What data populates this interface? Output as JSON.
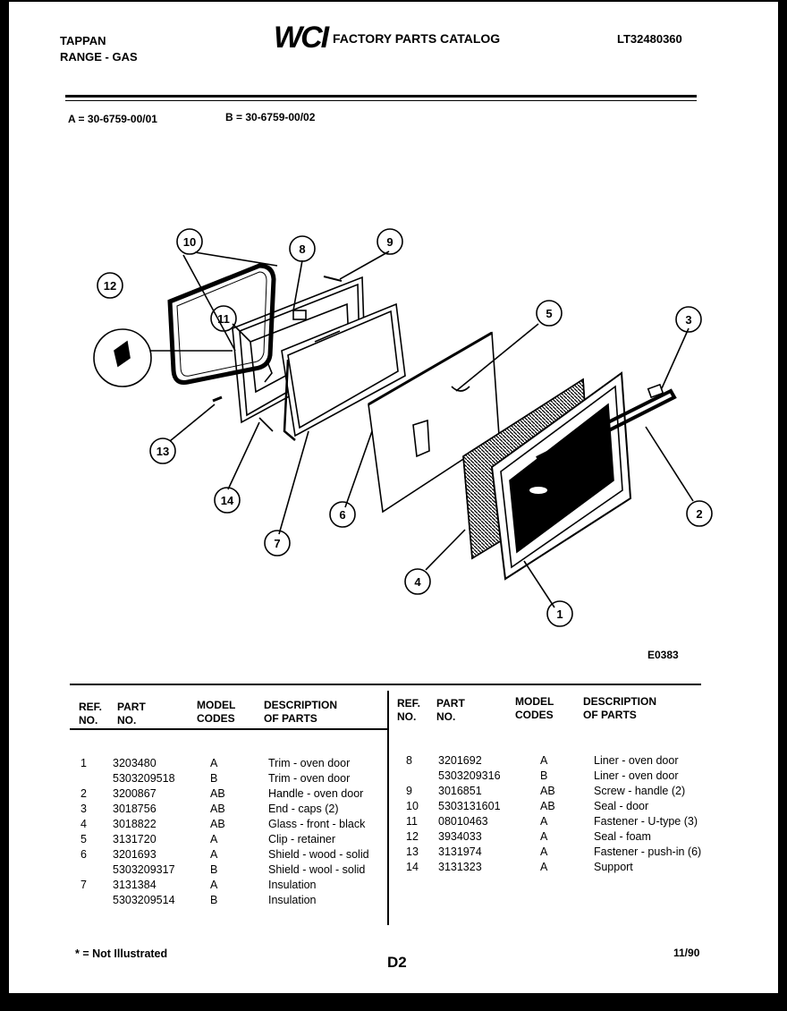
{
  "header": {
    "brand": "TAPPAN",
    "product": "RANGE - GAS",
    "logo_text": "WCI",
    "catalog_title": "FACTORY PARTS CATALOG",
    "model_number": "LT32480360"
  },
  "variants": {
    "a": "A = 30-6759-00/01",
    "b": "B = 30-6759-00/02"
  },
  "diagram": {
    "callouts": [
      "1",
      "2",
      "3",
      "4",
      "5",
      "6",
      "7",
      "8",
      "9",
      "10",
      "11",
      "12",
      "13",
      "14"
    ],
    "code": "E0383"
  },
  "table": {
    "headers": {
      "ref": [
        "REF.",
        "NO."
      ],
      "part": [
        "PART",
        "NO."
      ],
      "model": [
        "MODEL",
        "CODES"
      ],
      "desc": [
        "DESCRIPTION",
        "OF PARTS"
      ]
    },
    "left_rows": [
      {
        "ref": "1",
        "part": "3203480",
        "code": "A",
        "desc": "Trim - oven door"
      },
      {
        "ref": "",
        "part": "5303209518",
        "code": "B",
        "desc": "Trim - oven door"
      },
      {
        "ref": "2",
        "part": "3200867",
        "code": "AB",
        "desc": "Handle - oven door"
      },
      {
        "ref": "3",
        "part": "3018756",
        "code": "AB",
        "desc": "End - caps (2)"
      },
      {
        "ref": "4",
        "part": "3018822",
        "code": "AB",
        "desc": "Glass - front - black"
      },
      {
        "ref": "5",
        "part": "3131720",
        "code": "A",
        "desc": "Clip - retainer"
      },
      {
        "ref": "6",
        "part": "3201693",
        "code": "A",
        "desc": "Shield - wood - solid"
      },
      {
        "ref": "",
        "part": "5303209317",
        "code": "B",
        "desc": "Shield - wool - solid"
      },
      {
        "ref": "7",
        "part": "3131384",
        "code": "A",
        "desc": "Insulation"
      },
      {
        "ref": "",
        "part": "5303209514",
        "code": "B",
        "desc": "Insulation"
      }
    ],
    "right_rows": [
      {
        "ref": "8",
        "part": "3201692",
        "code": "A",
        "desc": "Liner - oven door"
      },
      {
        "ref": "",
        "part": "5303209316",
        "code": "B",
        "desc": "Liner - oven door"
      },
      {
        "ref": "9",
        "part": "3016851",
        "code": "AB",
        "desc": "Screw - handle (2)"
      },
      {
        "ref": "10",
        "part": "5303131601",
        "code": "AB",
        "desc": "Seal - door"
      },
      {
        "ref": "11",
        "part": "08010463",
        "code": "A",
        "desc": "Fastener - U-type (3)"
      },
      {
        "ref": "12",
        "part": "3934033",
        "code": "A",
        "desc": "Seal - foam"
      },
      {
        "ref": "13",
        "part": "3131974",
        "code": "A",
        "desc": "Fastener - push-in (6)"
      },
      {
        "ref": "14",
        "part": "3131323",
        "code": "A",
        "desc": "Support"
      }
    ]
  },
  "footer": {
    "note": "* = Not Illustrated",
    "page": "D2",
    "date": "11/90"
  }
}
